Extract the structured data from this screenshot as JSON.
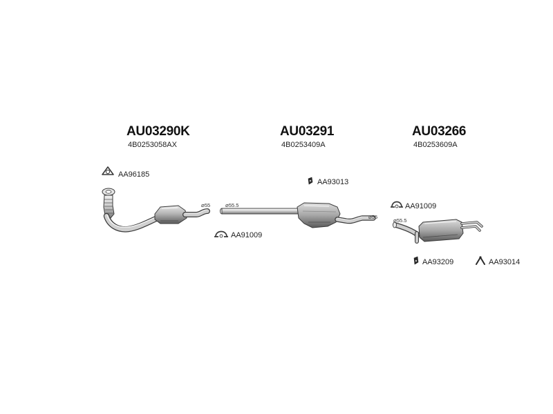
{
  "groups": [
    {
      "code": "AU03290K",
      "oem": "4B0253058AX"
    },
    {
      "code": "AU03291",
      "oem": "4B0253409A"
    },
    {
      "code": "AU03266",
      "oem": "4B0253609A"
    }
  ],
  "parts": {
    "gasket": {
      "label": "AA96185",
      "icon": "gasket-icon"
    },
    "hanger_middle": {
      "label": "AA93013",
      "icon": "rubber-hanger-icon"
    },
    "clamp_front": {
      "label": "AA91009",
      "icon": "clamp-icon"
    },
    "clamp_rear": {
      "label": "AA91009",
      "icon": "clamp-icon"
    },
    "hanger_rear": {
      "label": "AA93209",
      "icon": "rubber-hanger-icon"
    },
    "bracket_rear": {
      "label": "AA93014",
      "icon": "bracket-icon"
    }
  },
  "dimensions": {
    "cat_outlet": "55",
    "middle_inlet": "55.5",
    "middle_outlet": "55",
    "rear_inlet": "55.5"
  },
  "colors": {
    "line": "#3a3a3a",
    "metal_light": "#d9d9d9",
    "metal_mid": "#a8a8a8",
    "metal_dark": "#6e6e6e"
  }
}
